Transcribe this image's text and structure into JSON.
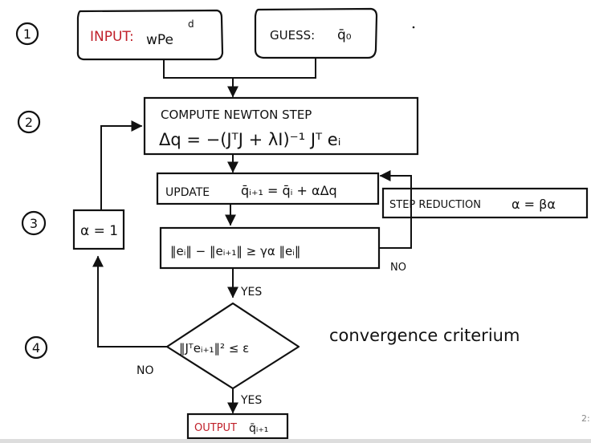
{
  "steps": {
    "s1": "1",
    "s2": "2",
    "s3": "3",
    "s4": "4"
  },
  "input_box": {
    "label": "INPUT:",
    "value": "wPe",
    "sup": "d"
  },
  "guess_box": {
    "label": "GUESS:",
    "value": "q̄₀"
  },
  "newton_box": {
    "line1": "COMPUTE NEWTON STEP",
    "line2": "Δq = −(JᵀJ + λI)⁻¹ Jᵀ eᵢ"
  },
  "update_box": {
    "label": "UPDATE",
    "formula": "q̄ᵢ₊₁ = q̄ᵢ + αΔq"
  },
  "step_reduction_box": {
    "label": "STEP REDUCTION",
    "formula": "α = βα"
  },
  "condition_box": {
    "formula": "‖eᵢ‖ − ‖eᵢ₊₁‖ ≥ γα ‖eᵢ‖"
  },
  "alpha_box": {
    "formula": "α = 1"
  },
  "decision": {
    "formula": "‖Jᵀeᵢ₊₁‖² ≤ ε"
  },
  "annotation": "convergence criterium",
  "labels": {
    "no_condition": "NO",
    "yes_condition": "YES",
    "no_decision": "NO",
    "yes_decision": "YES"
  },
  "output_box": {
    "label": "OUTPUT",
    "value": "q̄ᵢ₊₁"
  },
  "page_number": "2:"
}
